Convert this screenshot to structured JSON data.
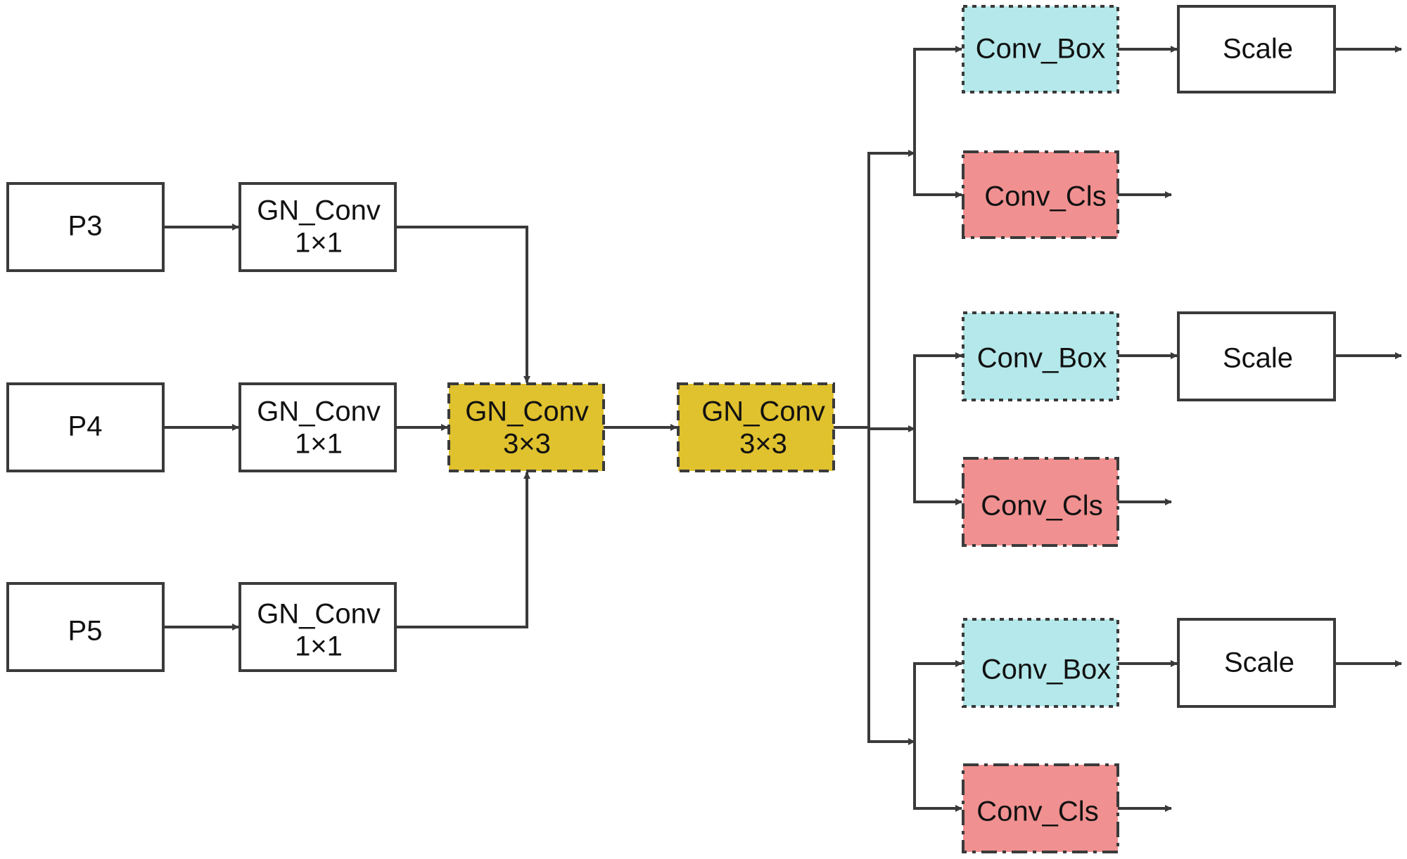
{
  "diagram": {
    "type": "neural-network-head-architecture",
    "colors": {
      "plain_fill": "#ffffff",
      "shared_conv_fill": "#E0C12E",
      "box_branch_fill": "#B4E8EA",
      "cls_branch_fill": "#F09090",
      "stroke": "#3a3a3a"
    },
    "inputs": [
      {
        "id": "p3",
        "label": "P3"
      },
      {
        "id": "p4",
        "label": "P4"
      },
      {
        "id": "p5",
        "label": "P5"
      }
    ],
    "lateral_convs": [
      {
        "id": "gn1x1_p3",
        "line1": "GN_Conv",
        "line2": "1×1"
      },
      {
        "id": "gn1x1_p4",
        "line1": "GN_Conv",
        "line2": "1×1"
      },
      {
        "id": "gn1x1_p5",
        "line1": "GN_Conv",
        "line2": "1×1"
      }
    ],
    "shared_convs": [
      {
        "id": "gn3x3_a",
        "line1": "GN_Conv",
        "line2": "3×3"
      },
      {
        "id": "gn3x3_b",
        "line1": "GN_Conv",
        "line2": "3×3"
      }
    ],
    "heads": [
      {
        "box_label": "Conv_Box",
        "cls_label": "Conv_Cls",
        "scale_label": "Scale"
      },
      {
        "box_label": "Conv_Box",
        "cls_label": "Conv_Cls",
        "scale_label": "Scale"
      },
      {
        "box_label": "Conv_Box",
        "cls_label": "Conv_Cls",
        "scale_label": "Scale"
      }
    ]
  }
}
